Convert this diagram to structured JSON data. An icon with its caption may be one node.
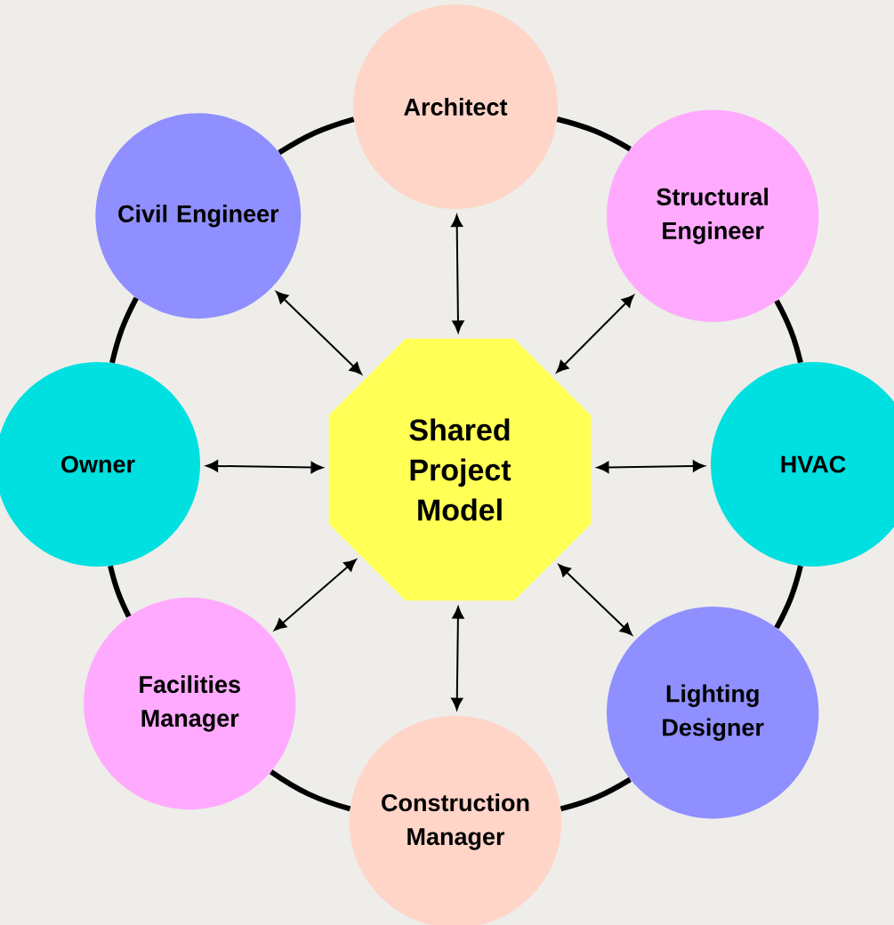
{
  "diagram": {
    "nodes": [
      {
        "text": [
          "Shared Project Model"
        ]
      },
      {
        "text": [
          "Architect"
        ]
      },
      {
        "text": [
          "Structural Engineer"
        ]
      },
      {
        "text": [
          "HVAC"
        ]
      },
      {
        "text": [
          "Lighting Designer"
        ]
      },
      {
        "text": [
          "Construction Manager"
        ]
      },
      {
        "text": [
          "Facilities Manager"
        ]
      },
      {
        "text": [
          "Owner"
        ]
      },
      {
        "text": [
          "Civil Engineer"
        ]
      }
    ],
    "edges": [
      {
        "from": 0,
        "to": 1,
        "arrow": "both"
      },
      {
        "from": 0,
        "to": 2,
        "arrow": "both"
      },
      {
        "from": 0,
        "to": 3,
        "arrow": "both"
      },
      {
        "from": 0,
        "to": 4,
        "arrow": "both"
      },
      {
        "from": 0,
        "to": 5,
        "arrow": "both"
      },
      {
        "from": 0,
        "to": 6,
        "arrow": "both"
      },
      {
        "from": 0,
        "to": 7,
        "arrow": "both"
      },
      {
        "from": 0,
        "to": 8,
        "arrow": "both"
      },
      {
        "from": 1,
        "to": 2,
        "arrow": "none",
        "style": "thick"
      },
      {
        "from": 2,
        "to": 3,
        "arrow": "none",
        "style": "thick"
      },
      {
        "from": 3,
        "to": 4,
        "arrow": "none",
        "style": "thick"
      },
      {
        "from": 4,
        "to": 5,
        "arrow": "none",
        "style": "thick"
      },
      {
        "from": 5,
        "to": 6,
        "arrow": "none",
        "style": "thick"
      },
      {
        "from": 6,
        "to": 7,
        "arrow": "none",
        "style": "thick"
      },
      {
        "from": 7,
        "to": 8,
        "arrow": "none",
        "style": "thick"
      },
      {
        "from": 8,
        "to": 1,
        "arrow": "none",
        "style": "thick"
      }
    ]
  }
}
